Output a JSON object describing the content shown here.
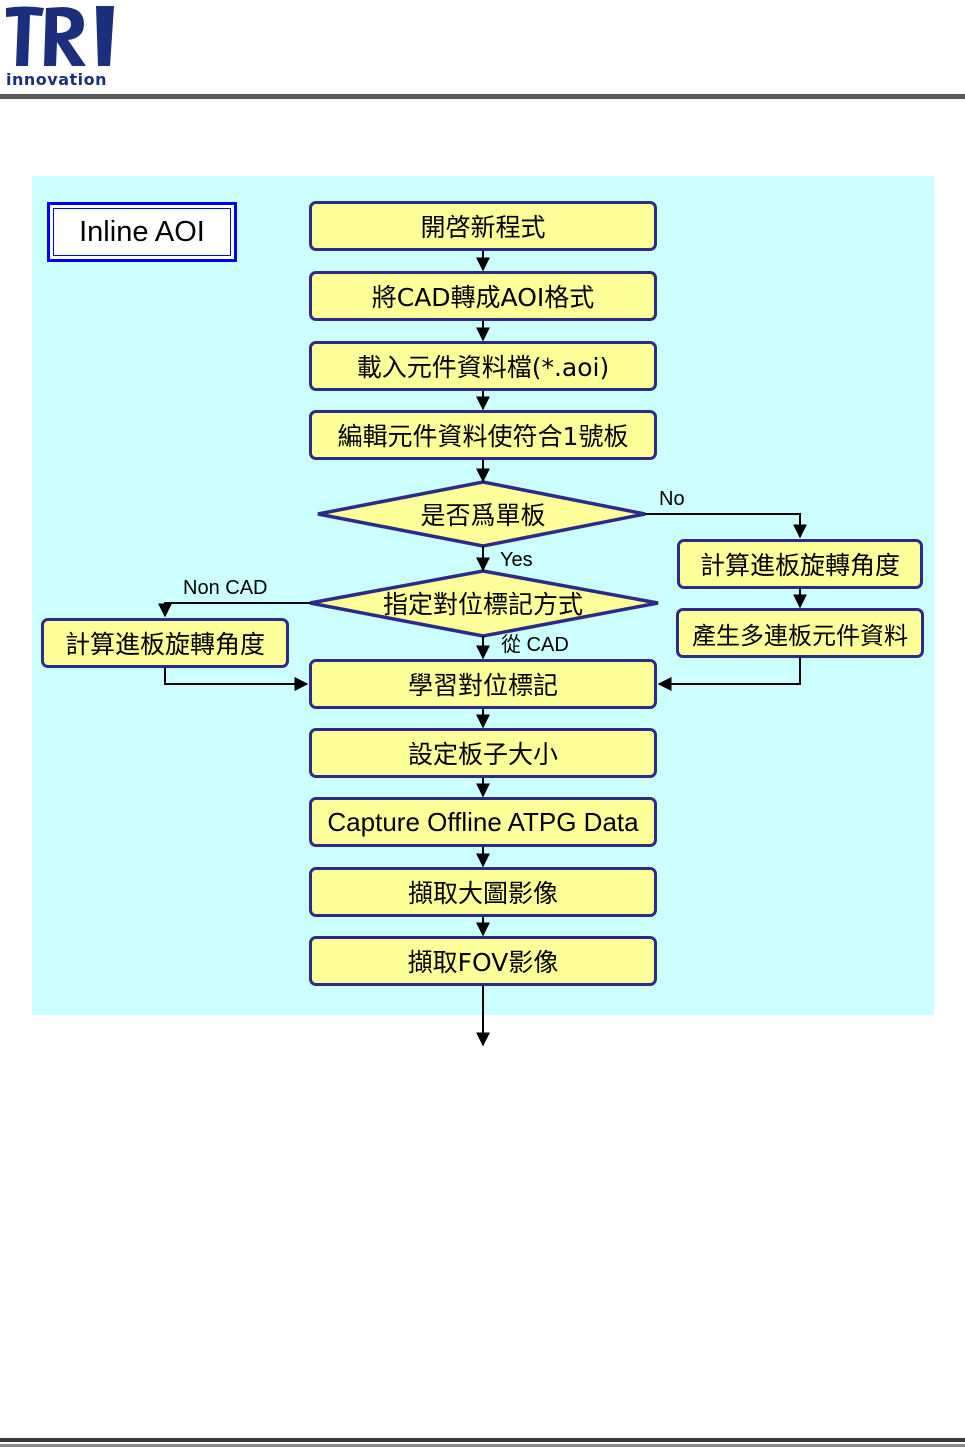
{
  "header": {
    "logo_sub": "innovation"
  },
  "title": "Inline AOI",
  "steps": {
    "new_program": "開啓新程式",
    "cad_convert": "將CAD轉成AOI格式",
    "load_parts": "載入元件資料檔(*.aoi)",
    "edit_parts": "編輯元件資料使符合1號板",
    "single_board_q": "是否爲單板",
    "rotate_right": "計算進板旋轉角度",
    "multi_board": "產生多連板元件資料",
    "fiducial_q": "指定對位標記方式",
    "rotate_left": "計算進板旋轉角度",
    "learn_fiducial": "學習對位標記",
    "board_size": "設定板子大小",
    "capture_atpg": "Capture Offline ATPG Data",
    "capture_big": "擷取大圖影像",
    "capture_fov": "擷取FOV影像"
  },
  "labels": {
    "no": "No",
    "yes": "Yes",
    "non_cad": "Non CAD",
    "from_cad": "從 CAD"
  },
  "colors": {
    "panel": "#ccffff",
    "node_fill": "#ffff99",
    "node_border": "#2c2c88",
    "title_border": "#0000ff",
    "logo": "#1b2f7c"
  }
}
